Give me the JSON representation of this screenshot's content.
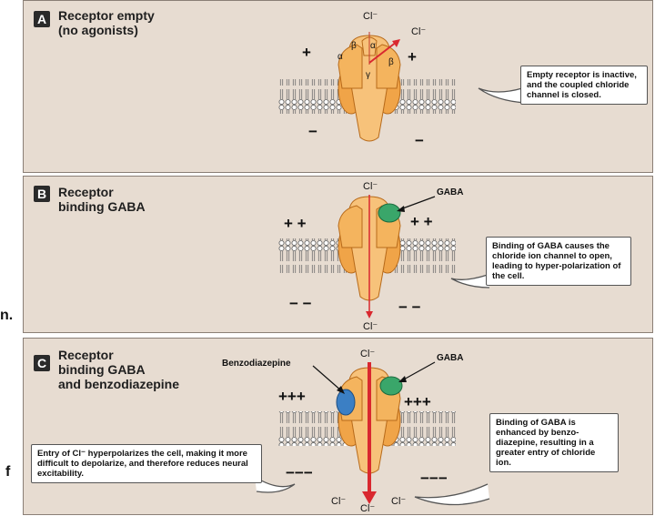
{
  "panels": {
    "a": {
      "letter": "A",
      "title_line1": "Receptor empty",
      "title_line2": "(no agonists)",
      "callout": "Empty receptor is inactive, and the coupled chloride channel is closed.",
      "cl_top": "Cl⁻",
      "cl_side": "Cl⁻",
      "subunits": [
        "α",
        "β",
        "α",
        "γ",
        "β"
      ]
    },
    "b": {
      "letter": "B",
      "title_line1": "Receptor",
      "title_line2": "binding GABA",
      "label_gaba": "GABA",
      "callout": "Binding of GABA causes the chloride ion channel to open, leading to hyper-polarization of the cell.",
      "cl_top": "Cl⁻",
      "cl_bottom": "Cl⁻"
    },
    "c": {
      "letter": "C",
      "title_line1": "Receptor",
      "title_line2": "binding GABA",
      "title_line3": "and benzodiazepine",
      "label_benzo": "Benzodiazepine",
      "label_gaba": "GABA",
      "callout_left": "Entry of Cl⁻ hyperpolarizes the cell, making it more difficult to depolarize, and therefore reduces neural excitability.",
      "callout_right": "Binding of GABA is enhanced by benzo-diazepine, resulting in a greater entry of chloride ion.",
      "cl_top": "Cl⁻",
      "cl_bottom_left": "Cl⁻",
      "cl_bottom_center": "Cl⁻",
      "cl_bottom_right": "Cl⁻"
    }
  },
  "charges": {
    "plus": "+",
    "minus": "−",
    "plus2": "+ +",
    "minus2": "− −",
    "plus3": "+++",
    "minus3": "−−−"
  },
  "outside_text": {
    "n_dot": "n.",
    "f": "f"
  },
  "colors": {
    "panel_bg": "#e7dcd1",
    "receptor": "#f2a94a",
    "gaba": "#3aa66a",
    "benzodiazepine": "#3b7fc4",
    "arrow": "#d9282f",
    "membrane": "#6d6d6d"
  }
}
